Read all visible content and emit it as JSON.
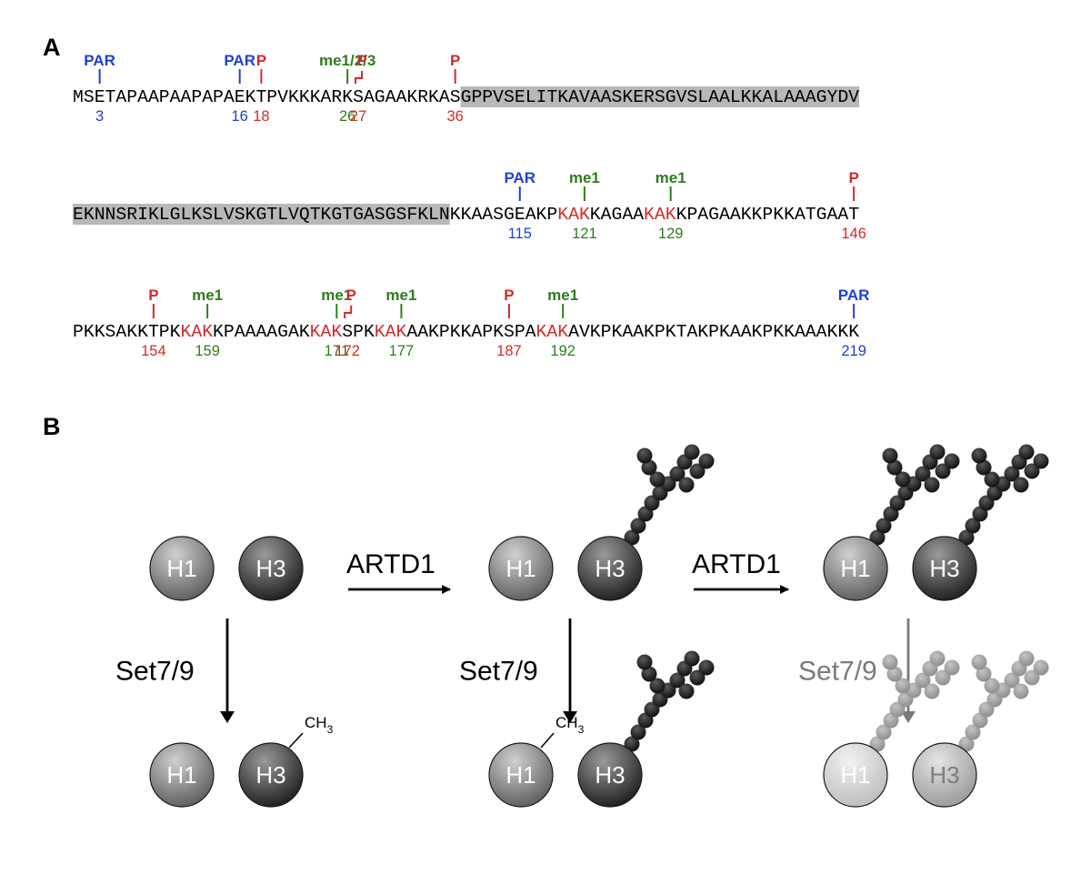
{
  "panel_a": {
    "label": "A",
    "colors": {
      "par": "#1f3fd6",
      "p": "#d42a2a",
      "me": "#2e7d1e",
      "kak": "#d42a2a",
      "shade": "#b8b8b8"
    },
    "lines": [
      {
        "segments": [
          {
            "text": "MSETAPAAPAAPAPAEKTPVKKKARKSAGAAKRKAS",
            "style": "plain"
          },
          {
            "text": "GPPVSELITKAVAASKERSGVSLAALKKALAAAGYDV",
            "style": "shaded"
          }
        ],
        "marks": [
          {
            "index": 2,
            "label": "PAR",
            "type": "par",
            "number": "3"
          },
          {
            "index": 15,
            "label": "PAR",
            "type": "par",
            "number": "16"
          },
          {
            "index": 17,
            "label": "P",
            "type": "p",
            "number": "18"
          },
          {
            "index": 25,
            "label": "me1/2/3",
            "type": "me",
            "number": "26"
          },
          {
            "index": 26,
            "label": "P",
            "type": "p",
            "number": "27",
            "bent": true
          },
          {
            "index": 35,
            "label": "P",
            "type": "p",
            "number": "36"
          }
        ]
      },
      {
        "segments": [
          {
            "text": "EKNNSRIKLGLKSLVSKGTLVQTKGTGASGSFKLN",
            "style": "shaded"
          },
          {
            "text": "KKAASGEAKP",
            "style": "plain"
          },
          {
            "text": "KAK",
            "style": "kak"
          },
          {
            "text": "KAGAA",
            "style": "plain"
          },
          {
            "text": "KAK",
            "style": "kak"
          },
          {
            "text": "KPAGAAKKPKKATGAAT",
            "style": "plain"
          }
        ],
        "marks": [
          {
            "index": 41,
            "label": "PAR",
            "type": "par",
            "number": "115"
          },
          {
            "index": 47,
            "label": "me1",
            "type": "me",
            "number": "121"
          },
          {
            "index": 55,
            "label": "me1",
            "type": "me",
            "number": "129"
          },
          {
            "index": 72,
            "label": "P",
            "type": "p",
            "number": "146"
          }
        ]
      },
      {
        "segments": [
          {
            "text": "PKKSAKKTPK",
            "style": "plain"
          },
          {
            "text": "KAK",
            "style": "kak"
          },
          {
            "text": "KPAAAAGAK",
            "style": "plain"
          },
          {
            "text": "KAK",
            "style": "kak"
          },
          {
            "text": "SPK",
            "style": "plain"
          },
          {
            "text": "KAK",
            "style": "kak"
          },
          {
            "text": "AAKPKKAPKSPA",
            "style": "plain"
          },
          {
            "text": "KAK",
            "style": "kak"
          },
          {
            "text": "AVKPKAAKPKTAKPKAAKPKKAAAKKK",
            "style": "plain"
          }
        ],
        "marks": [
          {
            "index": 7,
            "label": "P",
            "type": "p",
            "number": "154"
          },
          {
            "index": 12,
            "label": "me1",
            "type": "me",
            "number": "159"
          },
          {
            "index": 24,
            "label": "me1",
            "type": "me",
            "number": "171"
          },
          {
            "index": 25,
            "label": "P",
            "type": "p",
            "number": "172",
            "bent": true
          },
          {
            "index": 30,
            "label": "me1",
            "type": "me",
            "number": "177"
          },
          {
            "index": 40,
            "label": "P",
            "type": "p",
            "number": "187"
          },
          {
            "index": 45,
            "label": "me1",
            "type": "me",
            "number": "192"
          },
          {
            "index": 72,
            "label": "PAR",
            "type": "par",
            "number": "219"
          }
        ]
      }
    ]
  },
  "panel_b": {
    "label": "B",
    "nodes": {
      "h1": "H1",
      "h3": "H3"
    },
    "methyl": {
      "label_main": "CH",
      "label_sub": "3"
    },
    "arrows": [
      {
        "id": "h-1",
        "label": "ARTD1",
        "faded": false
      },
      {
        "id": "h-2",
        "label": "ARTD1",
        "faded": false
      },
      {
        "id": "v-1",
        "label": "Set7/9",
        "faded": false
      },
      {
        "id": "v-2",
        "label": "Set7/9",
        "faded": false
      },
      {
        "id": "v-3",
        "label": "Set7/9",
        "faded": true
      }
    ]
  }
}
